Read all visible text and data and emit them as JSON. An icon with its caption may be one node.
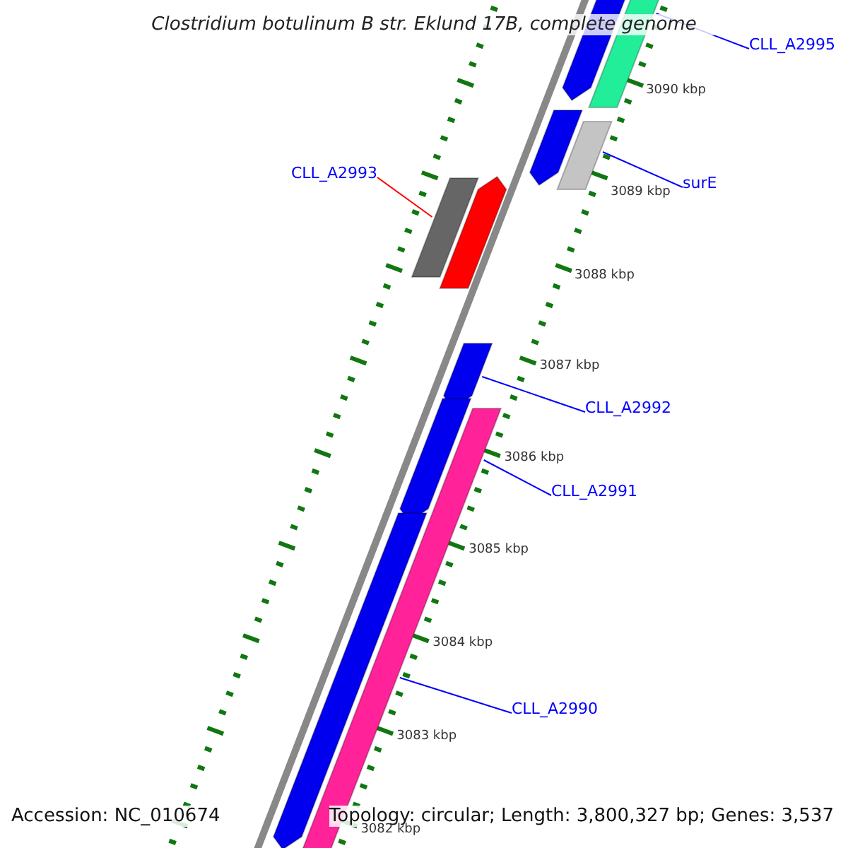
{
  "diagram": {
    "title": "Clostridium botulinum B str. Eklund 17B, complete genome",
    "nodes": [
      {
        "text": [
          "CLL_A2995"
        ]
      },
      {
        "text": [
          "CLL_A2993"
        ]
      },
      {
        "text": [
          "surE"
        ]
      },
      {
        "text": [
          "CLL_A2992"
        ]
      },
      {
        "text": [
          "CLL_A2991"
        ]
      },
      {
        "text": [
          "CLL_A2990"
        ]
      }
    ],
    "edges": [
      {
        "from": 0,
        "to": null,
        "arrow": "none"
      },
      {
        "from": 1,
        "to": null,
        "arrow": "none",
        "color": "#ff0000"
      },
      {
        "from": 2,
        "to": null,
        "arrow": "none"
      },
      {
        "from": 3,
        "to": null,
        "arrow": "none"
      },
      {
        "from": 4,
        "to": null,
        "arrow": "none"
      },
      {
        "from": 5,
        "to": null,
        "arrow": "none"
      }
    ],
    "labels": [
      "3090 kbp",
      "3089 kbp",
      "3088 kbp",
      "3087 kbp",
      "3086 kbp",
      "3085 kbp",
      "3084 kbp",
      "3083 kbp",
      "3082 kbp",
      "Accession: NC_010674",
      "Topology: circular; Length: 3,800,327 bp; Genes: 3,537"
    ]
  }
}
